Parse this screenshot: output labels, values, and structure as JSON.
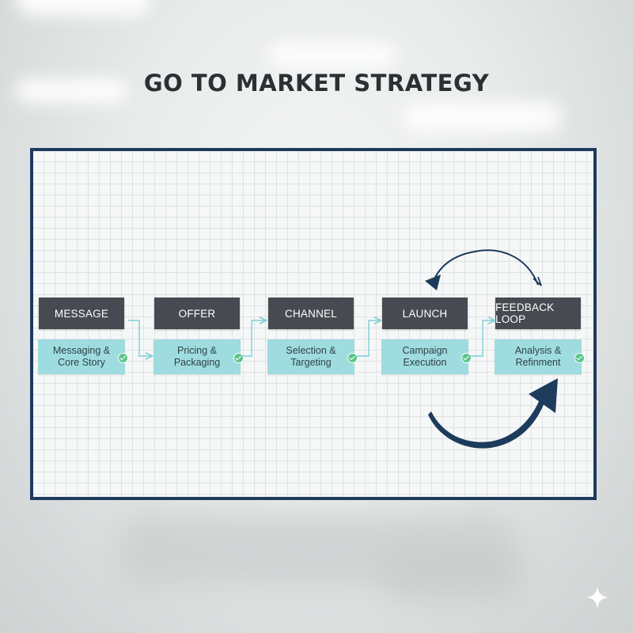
{
  "title": "GO TO MARKET STRATEGY",
  "stages": [
    {
      "header": "MESSAGE",
      "detail_line1": "Messaging &",
      "detail_line2": "Core Story"
    },
    {
      "header": "OFFER",
      "detail_line1": "Pricing &",
      "detail_line2": "Packaging"
    },
    {
      "header": "CHANNEL",
      "detail_line1": "Selection &",
      "detail_line2": "Targeting"
    },
    {
      "header": "LAUNCH",
      "detail_line1": "Campaign",
      "detail_line2": "Execution"
    },
    {
      "header": "FEEDBACK LOOP",
      "detail_line1": "Analysis &",
      "detail_line2": "Refinment"
    }
  ],
  "colors": {
    "header_bg": "#474b51",
    "detail_bg": "#9fdce0",
    "board_border": "#1d3b5c",
    "arrow": "#1d3b5c",
    "connector": "#7fcfd6",
    "check": "#5cc58a"
  },
  "icons": [
    "check-icon",
    "feedback-arrow-icon",
    "sparkle-icon"
  ]
}
